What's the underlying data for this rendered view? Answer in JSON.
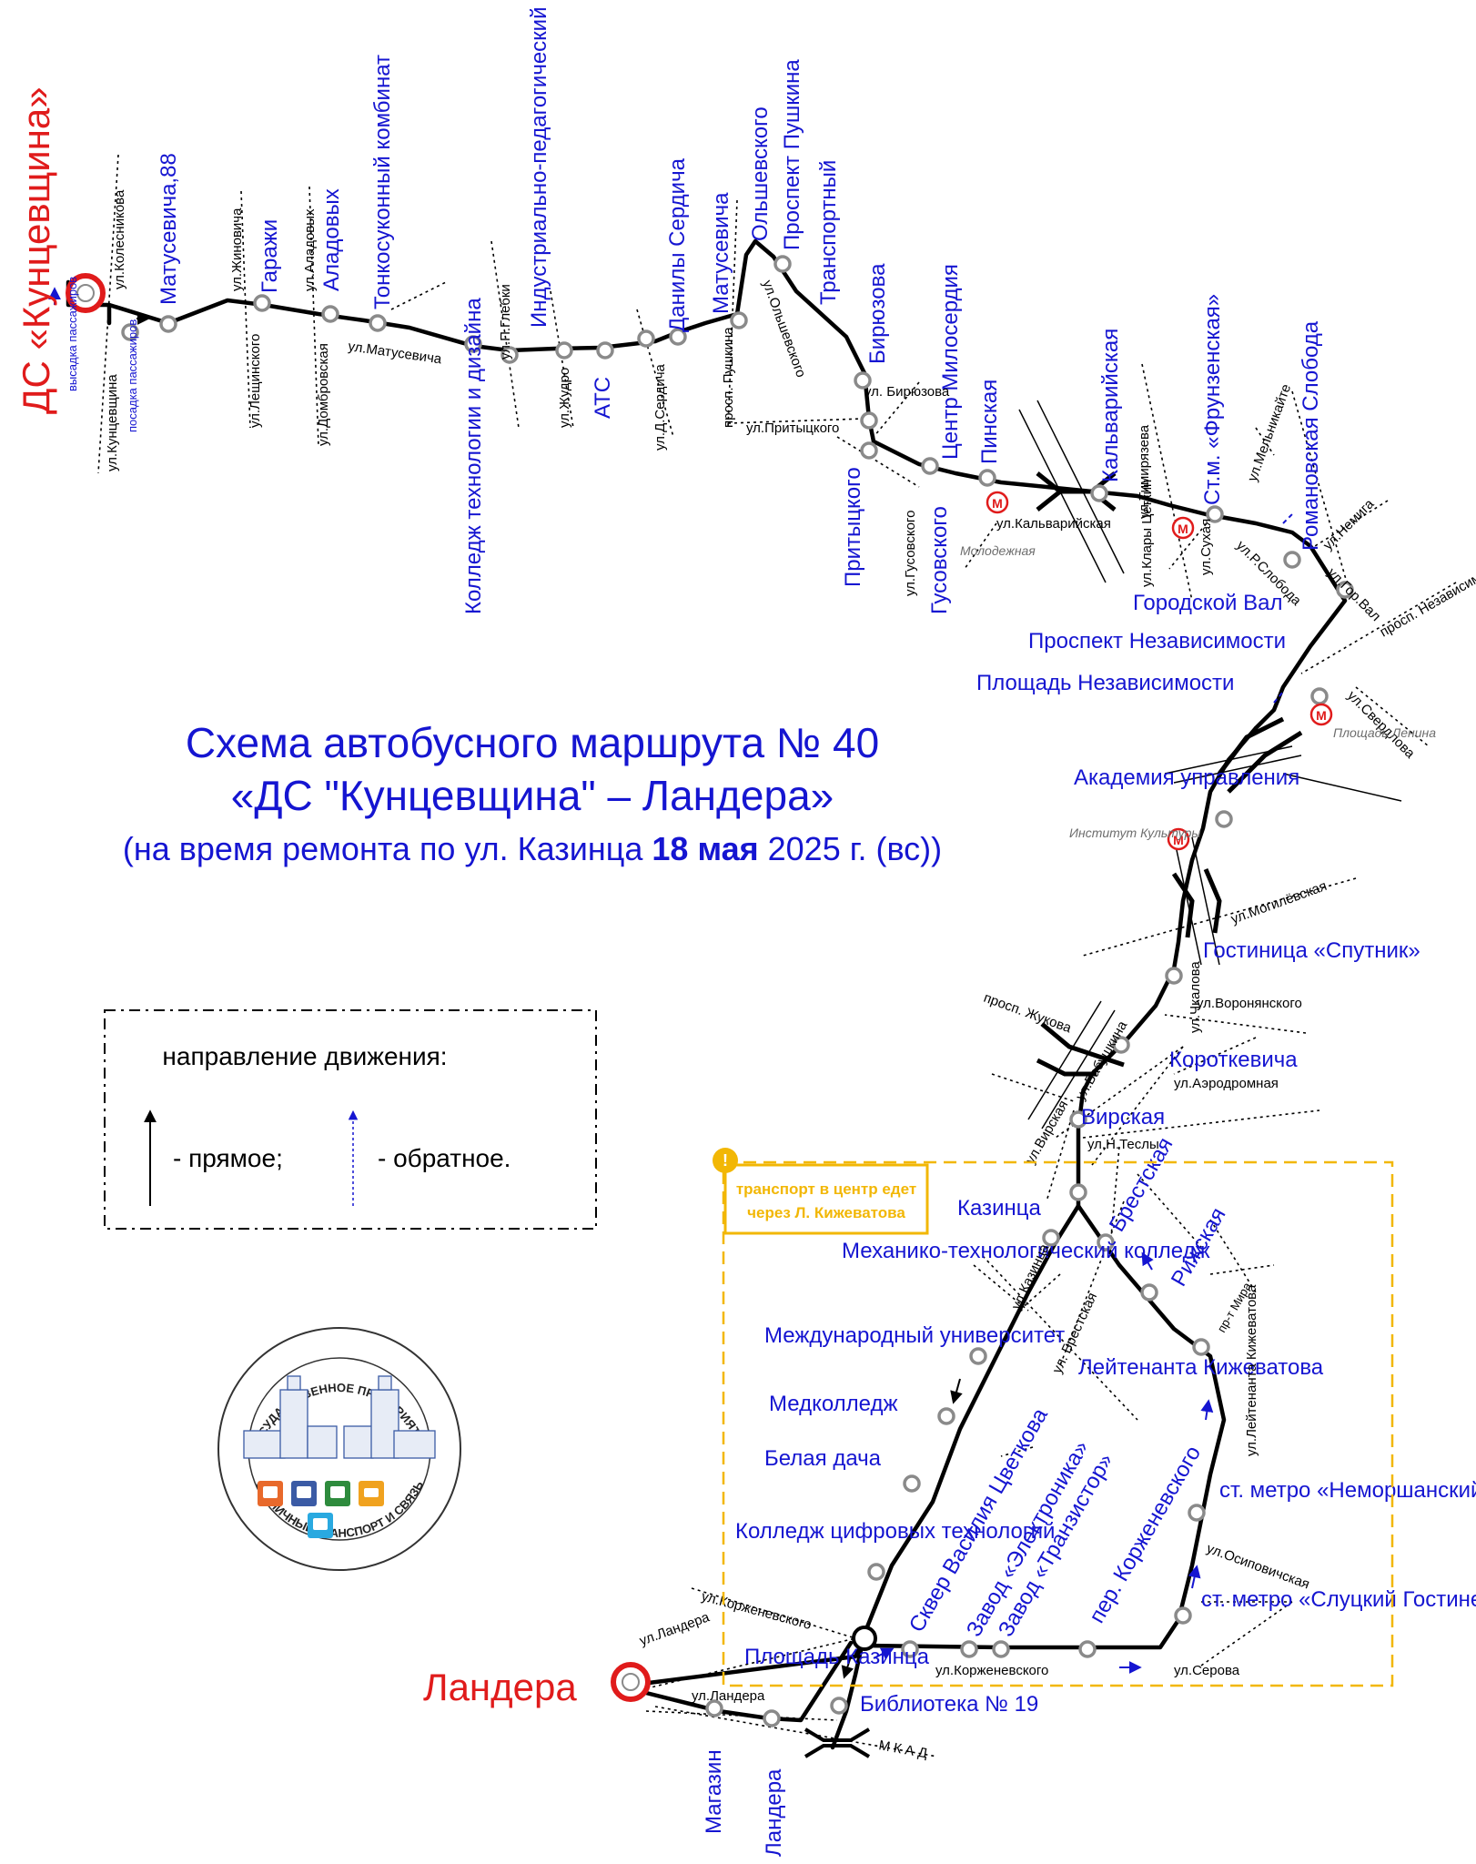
{
  "title": {
    "line1": "Схема автобусного маршрута № 40",
    "line2": "«ДС \"Кунцевщина\" – Ландера»",
    "line3_pre": "(на время ремонта по ул. Казинца ",
    "line3_bold": "18 мая",
    "line3_post": " 2025 г. (вс))"
  },
  "terminals": {
    "start": "ДС «Кунцевщина»",
    "end": "Ландера"
  },
  "terminal_notes": {
    "dropoff": "высадка пассажиров",
    "boarding": "посадка пассажиров"
  },
  "stops_top": [
    "Матусевича,88",
    "Гаражи",
    "Аладовых",
    "Тонкосуконный комбинат",
    "Колледж технологии и дизайна",
    "Индустриально-педагогический колледж",
    "АТС",
    "Данилы Сердича",
    "Матусевича",
    "Ольшевского",
    "Проспект Пушкина",
    "Транспортный",
    "Бирюзова",
    "Притыцкого",
    "Гусовского",
    "Центр Милосердия",
    "Пинская",
    "Кальварийская",
    "Ст.м. «Фрунзенская»",
    "Романовская Слобода"
  ],
  "stops_center": [
    "Городской Вал",
    "Проспект Независимости",
    "Площадь Независимости",
    "Академия управления",
    "Гостиница «Спутник»",
    "Короткевича",
    "Вирская"
  ],
  "stops_bottom": [
    "Казинца",
    "Брестская",
    "Рижская",
    "Механико-технологический колледж",
    "Международный университет",
    "Медколледж",
    "Белая дача",
    "Колледж цифровых технологий",
    "Площадь Казинца",
    "Библиотека № 19",
    "Магазин",
    "Ландера",
    "Лейтенанта Кижеватова",
    "ст. метро «Неморшанский Сад»",
    "ст. метро «Слуцкий Гостинец»",
    "Сквер Василия Цветкова",
    "Завод «Электроника»",
    "Завод «Транзистор»",
    "пер. Корженевского"
  ],
  "streets": [
    "ул.Кунцевщина",
    "ул.Колесникова",
    "ул.Жиновича",
    "ул.Лещинского",
    "ул.Аладовых",
    "ул.Домбровская",
    "ул.Матусевича",
    "ул.П.Глебки",
    "ул.Жудро",
    "ул.Д.Сердича",
    "просп. Пушкина",
    "ул.Ольшевского",
    "ул. Бирюзова",
    "ул.Притыцкого",
    "ул.Гусовского",
    "ул.Кальварийская",
    "ул.Тимирязева",
    "ул.Клары Цеткин",
    "ул.Сухая",
    "ул.Мельникайте",
    "ул.Р.Слобода",
    "ул.Немига",
    "ул.Гор.Вал",
    "просп. Независимости",
    "ул.Свердлова",
    "ул.Могилёвская",
    "ул.Чкалова",
    "ул.Воронянского",
    "просп. Жукова",
    "ул.Бабушкина",
    "ул.Аэродромная",
    "ул.Вирская",
    "ул.Н.Теслы",
    "ул.Казинца",
    "ул. Брестская",
    "пр-т Мира",
    "ул.Лейтенанта Кижеватова",
    "ул.Осиповичская",
    "ул.Корженевского",
    "ул.Серова",
    "ул.Ландера",
    "МКАД"
  ],
  "metro": {
    "symbol": "М",
    "labels": [
      "Молодежная",
      "Площадь Ленина",
      "Институт Культуры"
    ]
  },
  "notice": {
    "icon": "!",
    "text_line1": "транспорт в центр едет",
    "text_line2": "через Л. Кижеватова"
  },
  "legend": {
    "heading": "направление движения:",
    "forward": "- прямое;",
    "reverse": "- обратное."
  },
  "logo": {
    "top_text": "ГОСУДАРСТВЕННОЕ ПРЕДПРИЯТИЕ",
    "bottom_text": "СТОЛИЧНЫЙ ТРАНСПОРТ И СВЯЗЬ"
  },
  "colors": {
    "stop_label": "#1515d1",
    "terminal": "#e01b1b",
    "route": "#000000",
    "notice_border": "#f2b705",
    "logo_tiles": [
      "#e8692b",
      "#3b5ba5",
      "#2e8b3d",
      "#f0a21f",
      "#29a9e0"
    ]
  }
}
